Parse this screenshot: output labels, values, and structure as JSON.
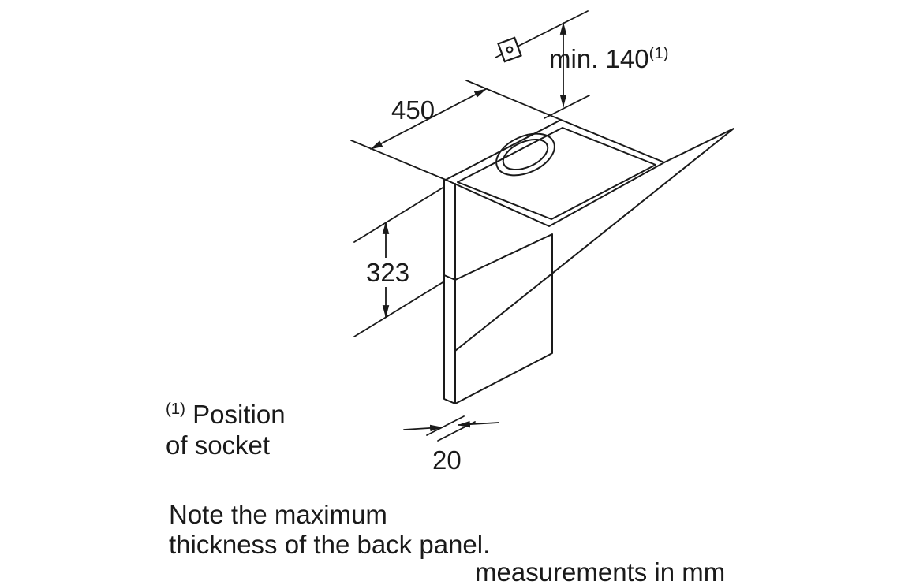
{
  "page": {
    "background": "#ffffff",
    "line_color": "#1a1a1a"
  },
  "dimensions": {
    "depth": {
      "value": "450"
    },
    "mount_height": {
      "value": "323"
    },
    "panel_thickness": {
      "value": "20"
    },
    "socket_clearance": {
      "label": "min. 140",
      "superscript": "(1)"
    }
  },
  "symbols": {
    "socket": "small-square-with-circle"
  },
  "footnote": {
    "superscript": "(1)",
    "line1": "Position",
    "line2": "of socket"
  },
  "note": {
    "line1": "Note the maximum",
    "line2": "thickness of the back panel."
  },
  "units_note": "measurements in mm"
}
